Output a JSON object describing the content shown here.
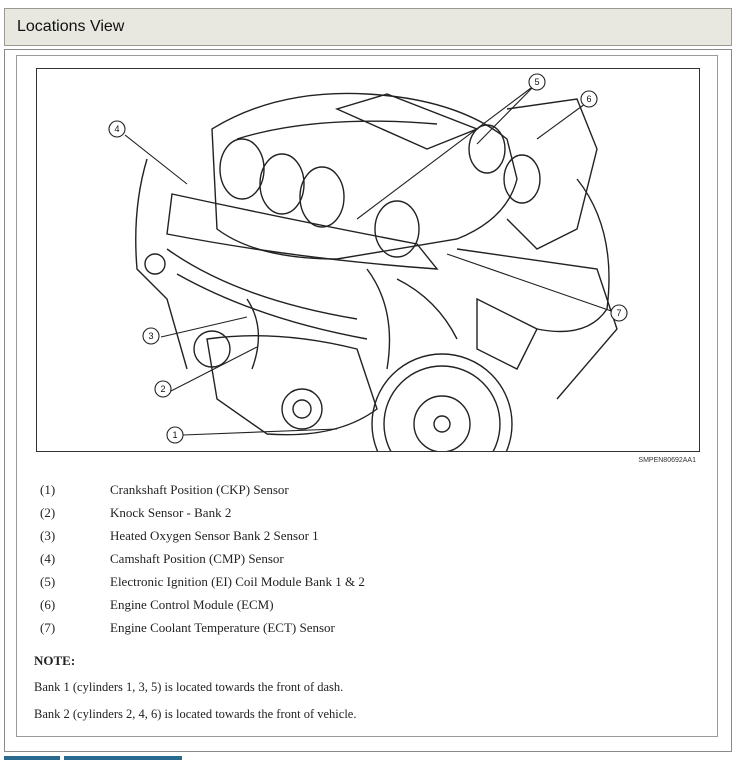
{
  "header": {
    "title": "Locations View"
  },
  "figure": {
    "code": "SMPEN80692AA1",
    "callouts": [
      "1",
      "2",
      "3",
      "4",
      "5",
      "6",
      "7"
    ]
  },
  "legend": [
    {
      "num": "(1)",
      "text": "Crankshaft Position (CKP) Sensor"
    },
    {
      "num": "(2)",
      "text": "Knock Sensor - Bank 2"
    },
    {
      "num": "(3)",
      "text": "Heated Oxygen Sensor Bank 2 Sensor 1"
    },
    {
      "num": "(4)",
      "text": "Camshaft Position (CMP) Sensor"
    },
    {
      "num": "(5)",
      "text": "Electronic Ignition (EI) Coil Module Bank 1 & 2"
    },
    {
      "num": "(6)",
      "text": "Engine Control Module (ECM)"
    },
    {
      "num": "(7)",
      "text": "Engine Coolant Temperature (ECT) Sensor"
    }
  ],
  "note": {
    "heading": "NOTE:",
    "lines": [
      "Bank 1 (cylinders 1, 3, 5) is located towards the front of dash.",
      "Bank 2 (cylinders 2, 4, 6) is located towards the front of vehicle."
    ]
  }
}
